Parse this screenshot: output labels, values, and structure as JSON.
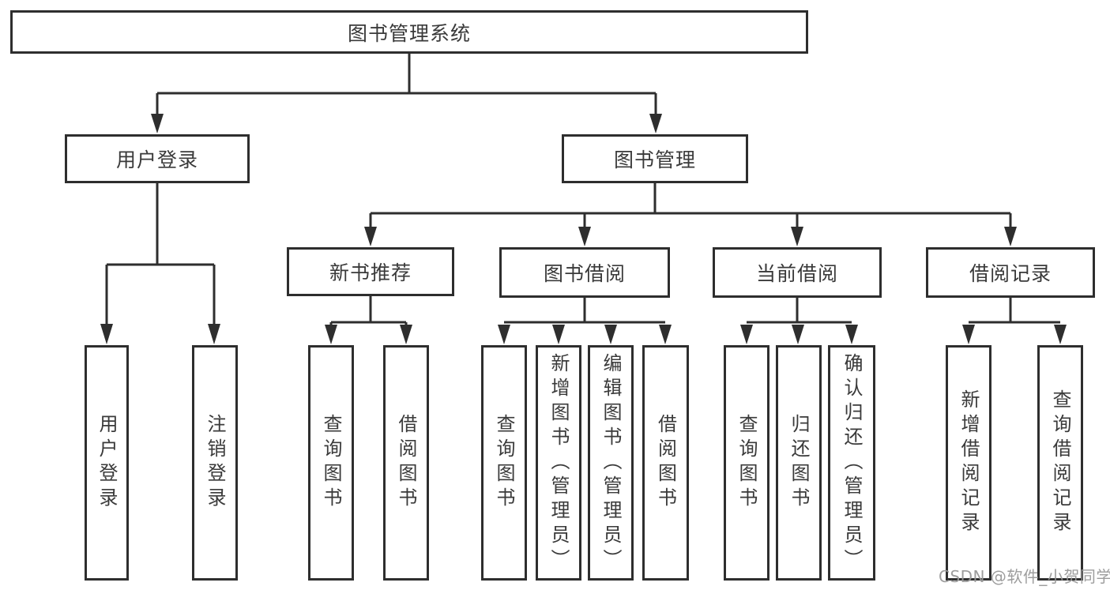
{
  "diagram": {
    "type": "function-structure-tree",
    "tree": {
      "label": "图书管理系统",
      "children": [
        {
          "label": "用户登录",
          "children": [
            {
              "label": "用户登录"
            },
            {
              "label": "注销登录"
            }
          ]
        },
        {
          "label": "图书管理",
          "children": [
            {
              "label": "新书推荐",
              "children": [
                {
                  "label": "查询图书"
                },
                {
                  "label": "借阅图书"
                }
              ]
            },
            {
              "label": "图书借阅",
              "children": [
                {
                  "label": "查询图书"
                },
                {
                  "label": "新增图书（管理员）"
                },
                {
                  "label": "编辑图书（管理员）"
                },
                {
                  "label": "借阅图书"
                }
              ]
            },
            {
              "label": "当前借阅",
              "children": [
                {
                  "label": "查询图书"
                },
                {
                  "label": "归还图书"
                },
                {
                  "label": "确认归还（管理员）"
                }
              ]
            },
            {
              "label": "借阅记录",
              "children": [
                {
                  "label": "新增借阅记录"
                },
                {
                  "label": "查询借阅记录"
                }
              ]
            }
          ]
        }
      ]
    },
    "colors": {
      "line": "#2e2e2e",
      "box_border": "#2e2e2e",
      "text": "#3a3a3a",
      "watermark": "#989898",
      "background": "#ffffff"
    }
  },
  "watermark": {
    "text": "CSDN @软件_小贺同学"
  }
}
